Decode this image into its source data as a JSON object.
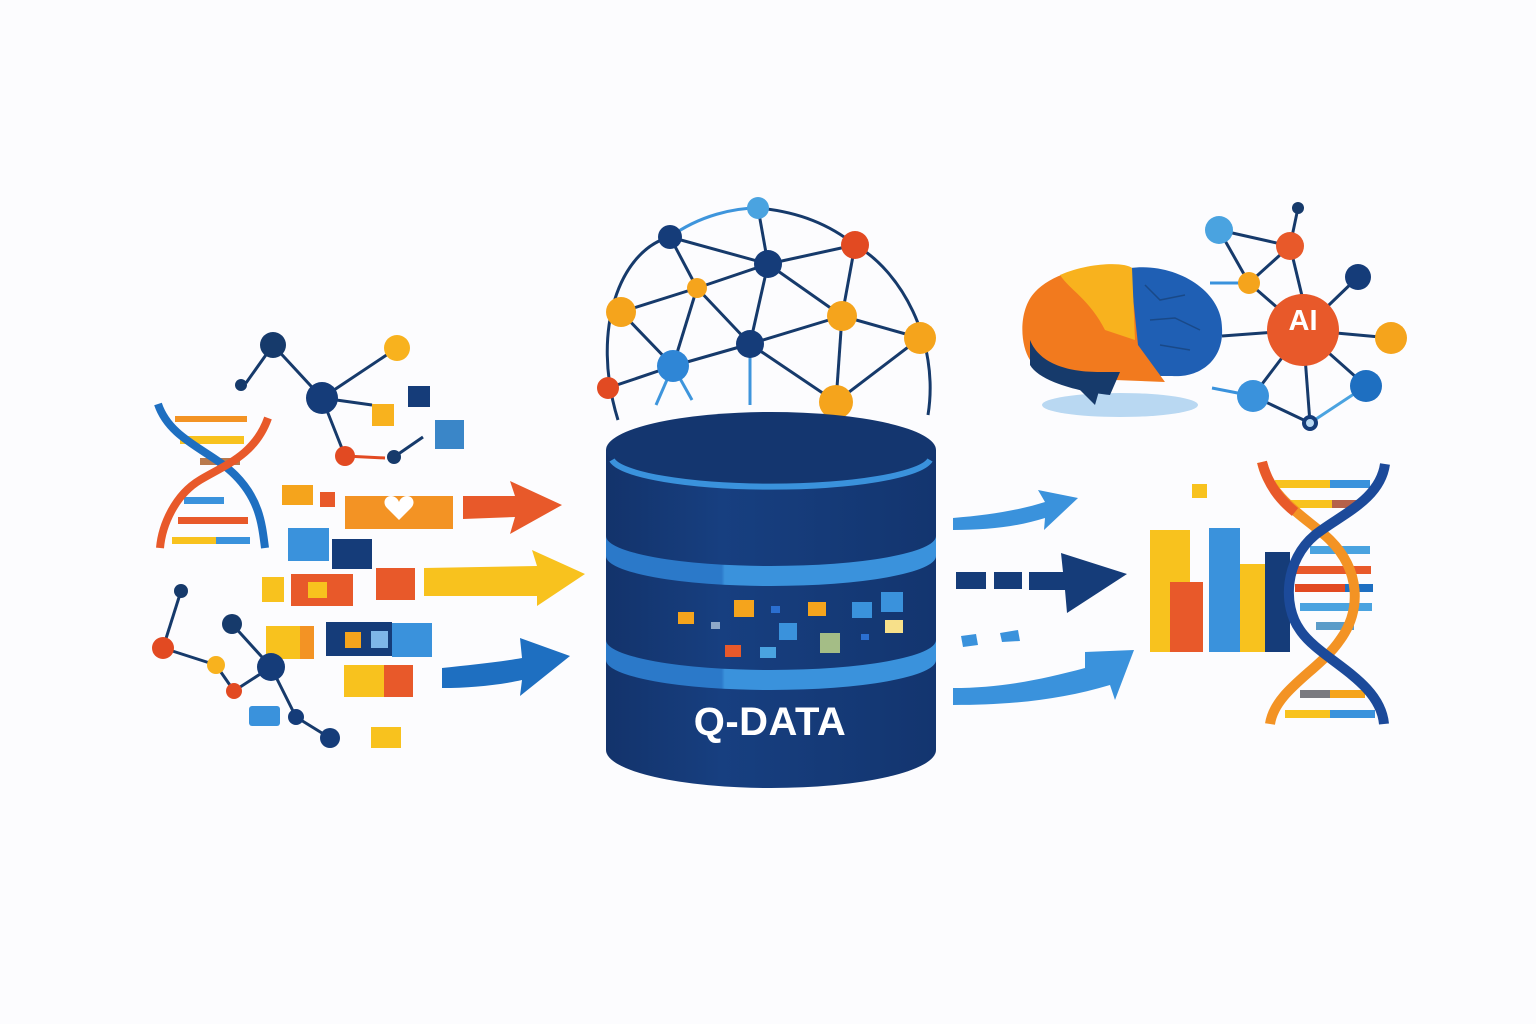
{
  "title": "Q-DATA data integration pipeline illustration",
  "central_store": {
    "label": "Q-DATA",
    "icon": "database-cylinder-icon"
  },
  "network_dome": {
    "icon": "neural-network-globe-icon"
  },
  "ai_cluster": {
    "label": "AI",
    "icon": "ai-node-network-icon"
  },
  "brain": {
    "icon": "brain-icon"
  },
  "inputs": {
    "items": [
      {
        "name": "dna-helix-input",
        "icon": "dna-icon"
      },
      {
        "name": "molecule-network",
        "icon": "molecule-icon"
      },
      {
        "name": "health-record-block",
        "icon": "heart-icon"
      },
      {
        "name": "data-blocks",
        "icon": "data-block-icon"
      }
    ],
    "arrows": [
      "orange",
      "yellow",
      "blue"
    ]
  },
  "outputs": {
    "items": [
      {
        "name": "bar-chart-output",
        "icon": "bar-chart-icon"
      },
      {
        "name": "dna-helix-output",
        "icon": "dna-icon"
      }
    ],
    "arrows": [
      "light-blue",
      "navy-dashed",
      "light-blue"
    ]
  },
  "colors": {
    "navy": "#123a78",
    "blue": "#2f86d6",
    "light_blue": "#4aa3e0",
    "orange": "#e8592a",
    "amber": "#f5a41c",
    "yellow": "#f8c21e",
    "background": "#fcfcfe"
  }
}
